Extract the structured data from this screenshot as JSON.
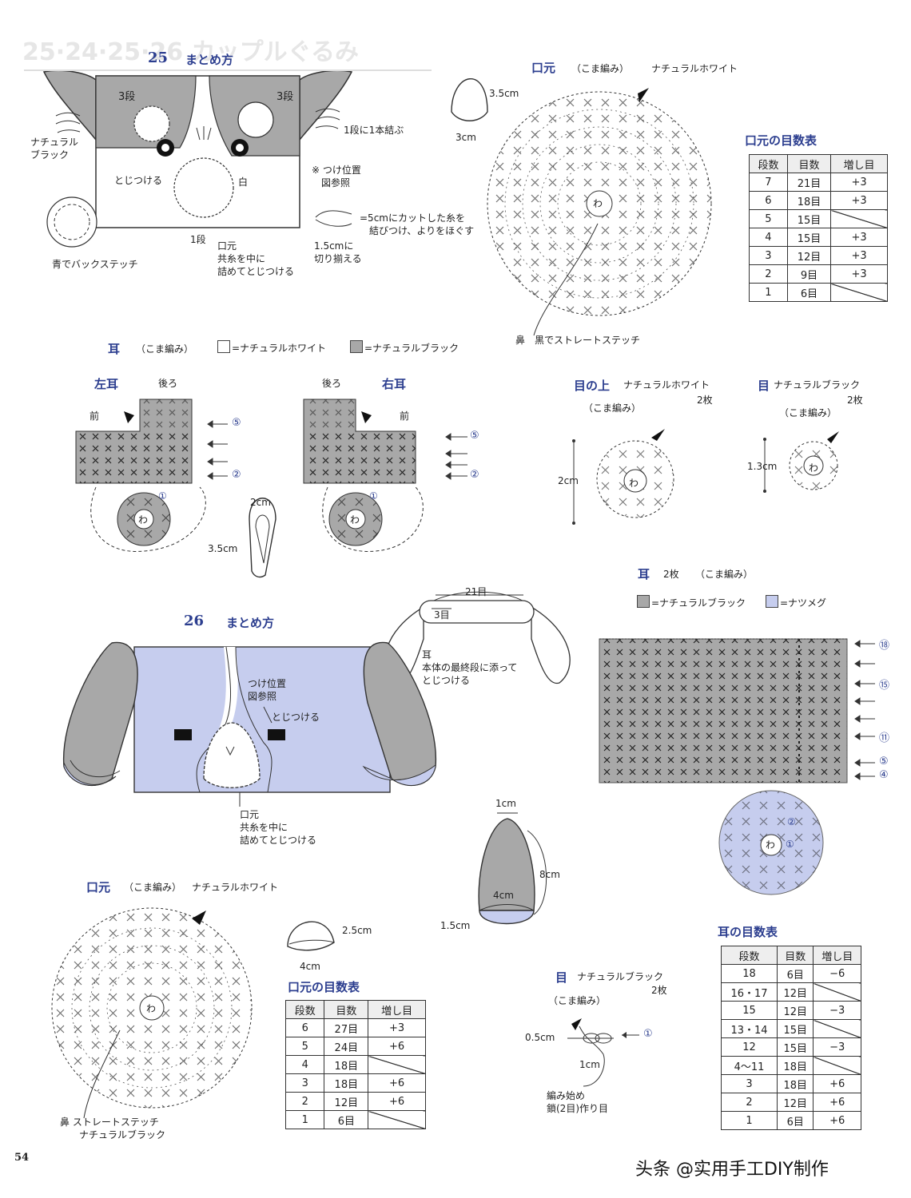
{
  "page_number": "54",
  "watermark": "头条 @实用手工DIY制作",
  "ghost_header": "25·24·25·26 カップルぐるみ",
  "colors": {
    "gray": "#a8a8a8",
    "lavender": "#c6cdee",
    "accent": "#2c3e8f"
  },
  "s25": {
    "number": "25",
    "title": "まとめ方",
    "label_3dan_left": "3段",
    "label_3dan_right": "3段",
    "label_natural_black": "ナチュラル\nブラック",
    "label_1dan_knot": "1段に1本結ぶ",
    "label_tojitsukeru": "とじつける",
    "label_white": "白",
    "label_attach": "※ つけ位置\n　図参照",
    "label_5cm": "=5cmにカットした糸を\n　結びつけ、よりをほぐす",
    "label_15cm": "1.5cmに\n切り揃える",
    "label_1dan": "1段",
    "label_mouth": "口元\n共糸を中に\n詰めてとじつける",
    "label_back_stitch": "青でバックステッチ"
  },
  "mouth25": {
    "title": "口元",
    "stitch": "（こま編み）",
    "color": "ナチュラルホワイト",
    "dim_h": "3.5cm",
    "dim_w": "3cm",
    "wa": "わ",
    "nose": "鼻　黒でストレートステッチ",
    "table_title": "口元の目数表",
    "headers": [
      "段数",
      "目数",
      "増し目"
    ],
    "rows": [
      [
        "7",
        "21目",
        "+3"
      ],
      [
        "6",
        "18目",
        "+3"
      ],
      [
        "5",
        "15目",
        ""
      ],
      [
        "4",
        "15目",
        "+3"
      ],
      [
        "3",
        "12目",
        "+3"
      ],
      [
        "2",
        "9目",
        "+3"
      ],
      [
        "1",
        "6目",
        ""
      ]
    ]
  },
  "ears25": {
    "title": "耳",
    "stitch": "（こま編み）",
    "legend_white": "=ナチュラルホワイト",
    "legend_black": "=ナチュラルブラック",
    "left": "左耳",
    "right": "右耳",
    "back": "後ろ",
    "front": "前",
    "r5": "⑤",
    "r2": "②",
    "r1": "①",
    "wa": "わ",
    "dim_w": "2cm",
    "dim_h": "3.5cm"
  },
  "eyetop": {
    "title": "目の上",
    "color": "ナチュラルホワイト",
    "count": "2枚",
    "stitch": "（こま編み）",
    "dim": "2cm",
    "wa": "わ"
  },
  "eye25": {
    "title": "目",
    "color": "ナチュラルブラック",
    "count": "2枚",
    "stitch": "（こま編み）",
    "dim": "1.3cm",
    "wa": "わ"
  },
  "s26": {
    "number": "26",
    "title": "まとめ方",
    "dim_21": "21目",
    "dim_3": "3目",
    "ear_note": "耳\n本体の最終段に添って\nとじつける",
    "label_attach": "つけ位置\n図参照",
    "label_tojitsukeru": "とじつける",
    "label_mouth": "口元\n共糸を中に\n詰めてとじつける"
  },
  "ears26": {
    "title": "耳",
    "count": "2枚",
    "stitch": "（こま編み）",
    "legend_black": "=ナチュラルブラック",
    "legend_nutmeg": "=ナツメグ",
    "rows": [
      "⑱",
      "⑮",
      "⑪",
      "⑤",
      "④"
    ],
    "r2": "②",
    "r1": "①",
    "wa": "わ",
    "dim_top": "1cm",
    "dim_len": "8cm",
    "dim_w": "4cm",
    "dim_bottom": "1.5cm",
    "table_title": "耳の目数表",
    "headers": [
      "段数",
      "目数",
      "増し目"
    ],
    "table_rows": [
      [
        "18",
        "6目",
        "−6"
      ],
      [
        "16・17",
        "12目",
        ""
      ],
      [
        "15",
        "12目",
        "−3"
      ],
      [
        "13・14",
        "15目",
        ""
      ],
      [
        "12",
        "15目",
        "−3"
      ],
      [
        "4〜11",
        "18目",
        ""
      ],
      [
        "3",
        "18目",
        "+6"
      ],
      [
        "2",
        "12目",
        "+6"
      ],
      [
        "1",
        "6目",
        "+6"
      ]
    ]
  },
  "mouth26": {
    "title": "口元",
    "stitch": "（こま編み）",
    "color": "ナチュラルホワイト",
    "dim_h": "2.5cm",
    "dim_w": "4cm",
    "wa": "わ",
    "nose": "鼻 ストレートステッチ\n　　ナチュラルブラック",
    "table_title": "口元の目数表",
    "headers": [
      "段数",
      "目数",
      "増し目"
    ],
    "rows": [
      [
        "6",
        "27目",
        "+3"
      ],
      [
        "5",
        "24目",
        "+6"
      ],
      [
        "4",
        "18目",
        ""
      ],
      [
        "3",
        "18目",
        "+6"
      ],
      [
        "2",
        "12目",
        "+6"
      ],
      [
        "1",
        "6目",
        ""
      ]
    ]
  },
  "eye26": {
    "title": "目",
    "color": "ナチュラルブラック",
    "count": "2枚",
    "stitch": "（こま編み）",
    "dim_h": "0.5cm",
    "dim_w": "1cm",
    "r1": "①",
    "start": "編み始め\n鎖(2目)作り目"
  }
}
